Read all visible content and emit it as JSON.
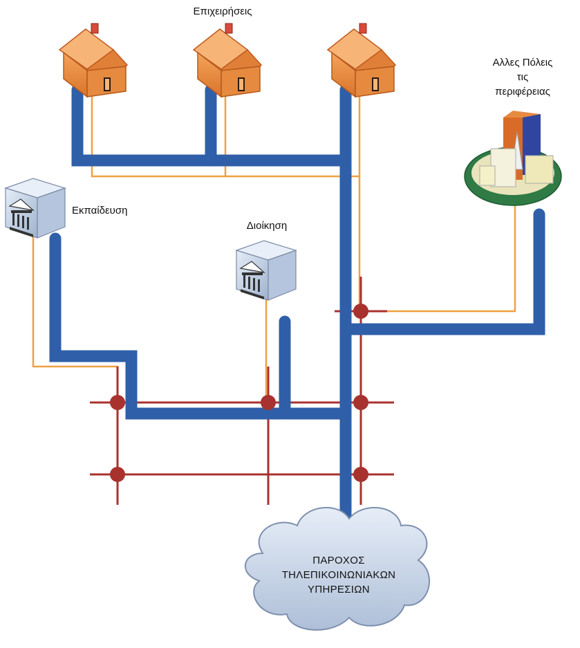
{
  "labels": {
    "businesses": "Επιχειρήσεις",
    "other_cities_line1": "Αλλες Πόλεις",
    "other_cities_line2": "τις",
    "other_cities_line3": "περιφέρειας",
    "education": "Εκπαίδευση",
    "administration": "Διοίκηση",
    "provider_line1": "ΠΑΡΟΧΟΣ",
    "provider_line2": "ΤΗΛΕΠΙΚΟΙΝΩΝΙΑΚΩΝ",
    "provider_line3": "ΥΠΗΡΕΣΙΩΝ"
  },
  "icons": {
    "house": "house-icon",
    "government_building": "government-building-icon",
    "city": "city-icon",
    "cloud": "cloud-icon",
    "junction": "network-junction-node"
  },
  "colors": {
    "backbone": "#2f5fa8",
    "fiber": "#f0a040",
    "grid": "#a8322e",
    "node": "#a8322e",
    "cloud_fill": "#c6d3e6",
    "cloud_stroke": "#7d8fae",
    "house_wall": "#e8913c",
    "house_roof": "#f4b06a",
    "building": "#c7d4e6",
    "city_ground": "#2f7a45"
  }
}
